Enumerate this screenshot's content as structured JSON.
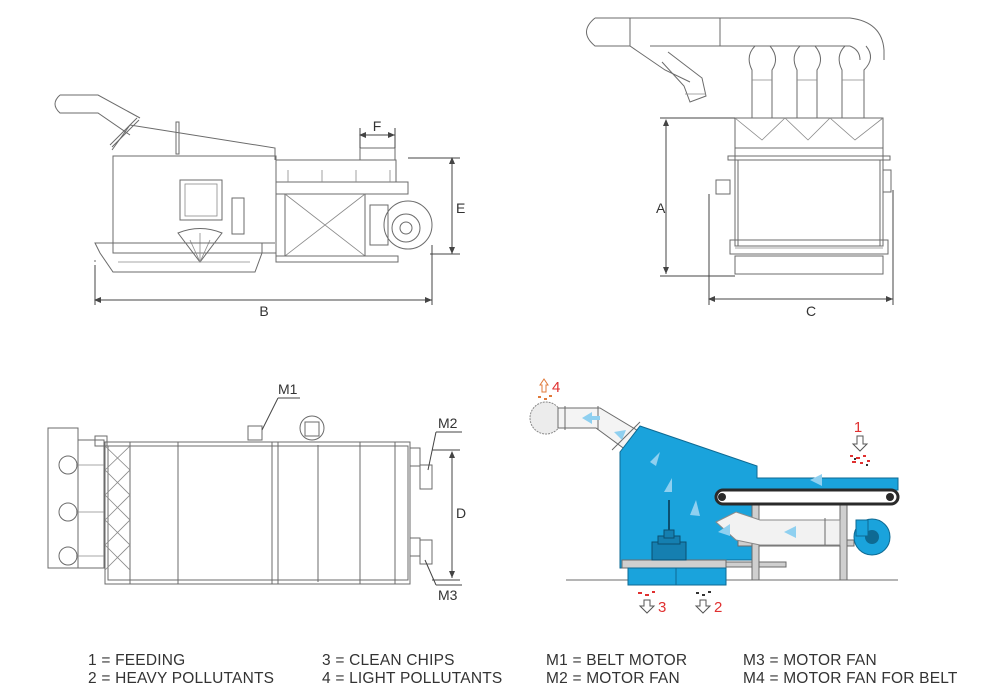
{
  "dimensions": {
    "A": "A",
    "B": "B",
    "C": "C",
    "D": "D",
    "E": "E",
    "F": "F"
  },
  "callouts": {
    "m1": "M1",
    "m2": "M2",
    "m3": "M3",
    "flow_1": "1",
    "flow_2": "2",
    "flow_3": "3",
    "flow_4": "4"
  },
  "legend": [
    {
      "key": "1",
      "text": "1 = FEEDING"
    },
    {
      "key": "2",
      "text": "2 = HEAVY POLLUTANTS"
    },
    {
      "key": "3",
      "text": "3 = CLEAN CHIPS"
    },
    {
      "key": "4",
      "text": "4 = LIGHT POLLUTANTS"
    },
    {
      "key": "M1",
      "text": "M1 = BELT MOTOR"
    },
    {
      "key": "M2",
      "text": "M2 = MOTOR FAN"
    },
    {
      "key": "M3",
      "text": "M3 = MOTOR FAN"
    },
    {
      "key": "M4",
      "text": "M4 = MOTOR FAN FOR BELT"
    }
  ],
  "colors": {
    "machine_blue": "#1aa3dc",
    "flow_arrow": "#8fd0f0",
    "pollutant_red": "#e03030",
    "line_gray": "#6b6b6b"
  }
}
